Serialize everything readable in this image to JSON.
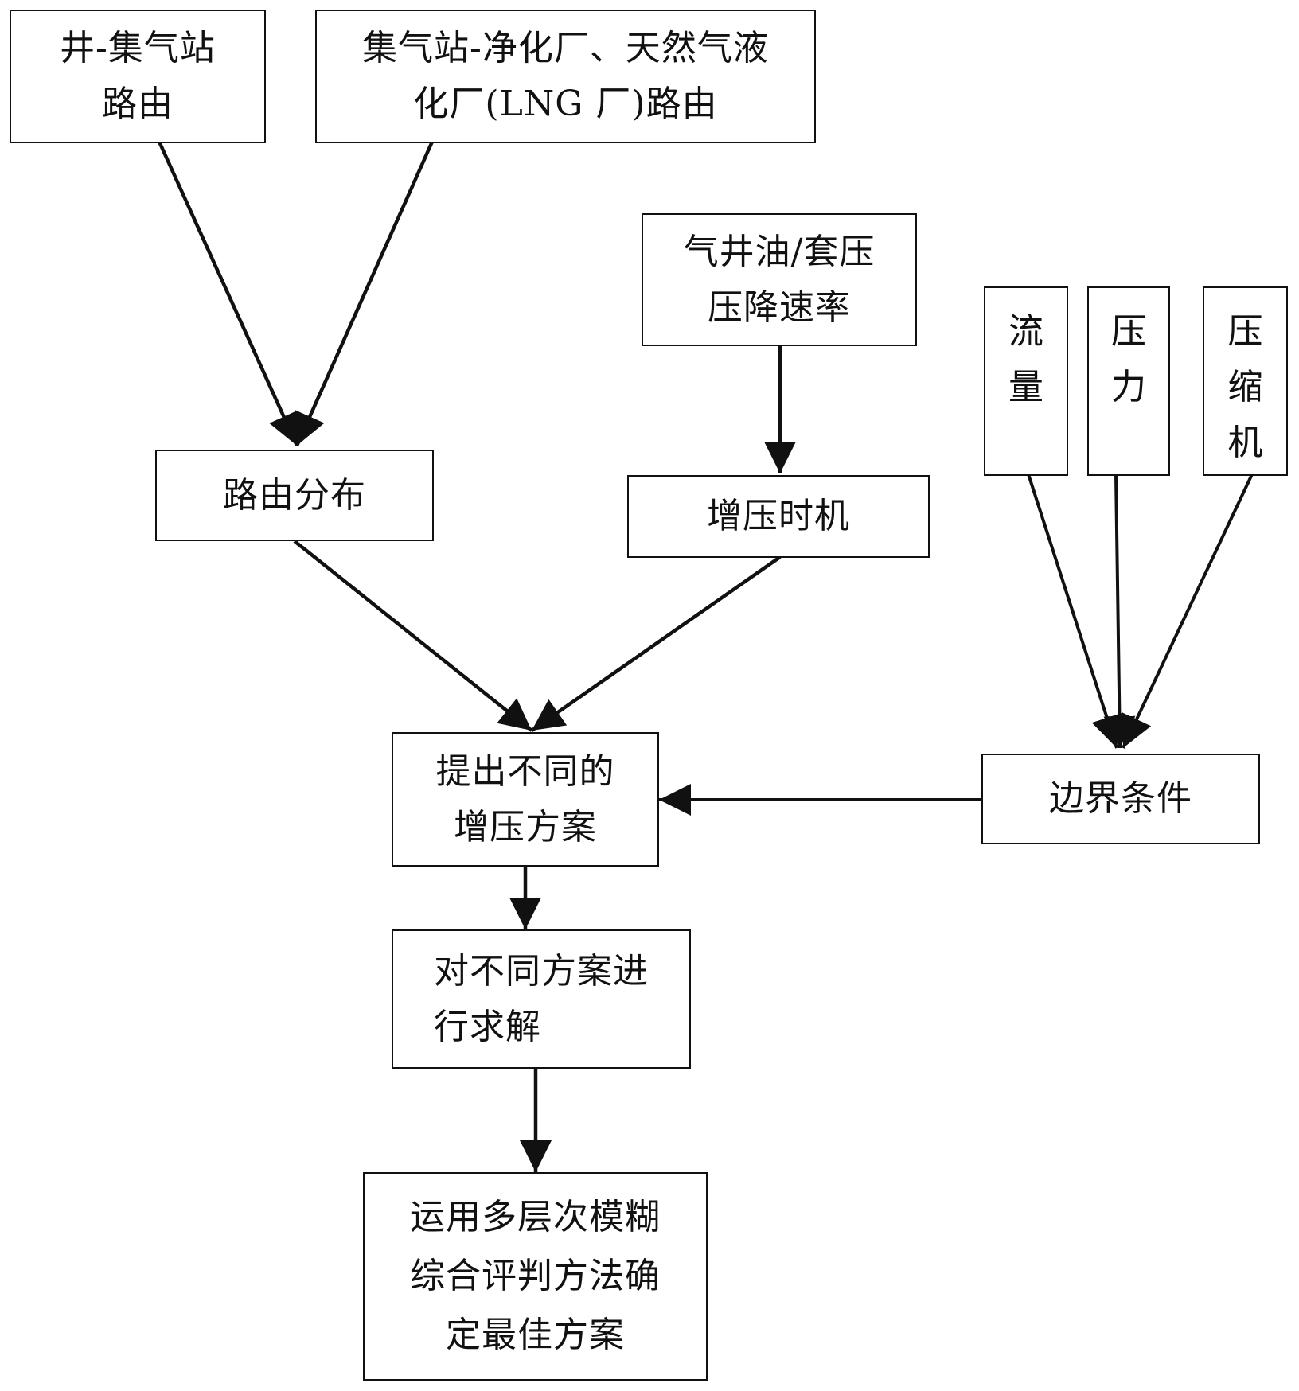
{
  "nodes": {
    "well_station_route": {
      "lines": [
        "井-集气站",
        "路由"
      ]
    },
    "station_plant_route": {
      "lines": [
        "集气站-净化厂、天然气液",
        "化厂(LNG 厂)路由"
      ]
    },
    "pressure_drop_rate": {
      "lines": [
        "气井油/套压",
        "压降速率"
      ]
    },
    "flow": {
      "lines": [
        "流",
        "量"
      ]
    },
    "pressure": {
      "lines": [
        "压",
        "力"
      ]
    },
    "compressor": {
      "lines": [
        "压",
        "缩",
        "机"
      ]
    },
    "route_distribution": {
      "lines": [
        "路由分布"
      ]
    },
    "boost_timing": {
      "lines": [
        "增压时机"
      ]
    },
    "propose_schemes": {
      "lines": [
        "提出不同的",
        "增压方案"
      ]
    },
    "boundary_conditions": {
      "lines": [
        "边界条件"
      ]
    },
    "solve_schemes": {
      "lines": [
        "对不同方案进",
        "行求解"
      ]
    },
    "fuzzy_evaluation": {
      "lines": [
        "运用多层次模糊",
        "综合评判方法确",
        "定最佳方案"
      ]
    }
  }
}
